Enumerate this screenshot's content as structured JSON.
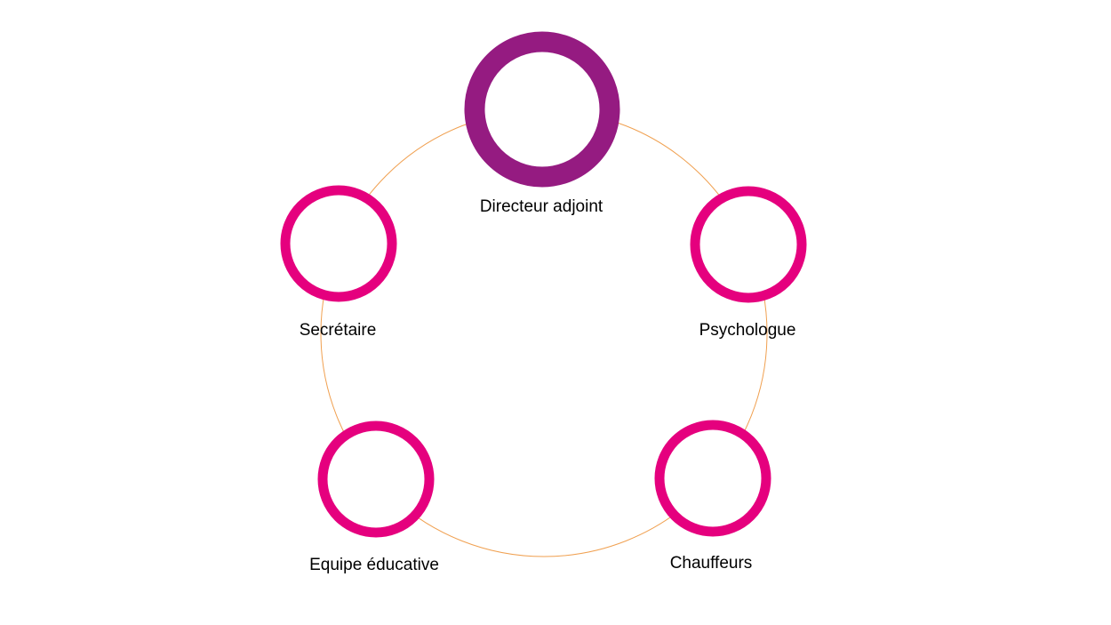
{
  "diagram": {
    "colors": {
      "background": "#ffffff",
      "connector": "#f0a050",
      "primary_ring": "#951b81",
      "secondary_ring": "#e5007e",
      "label": "#000000"
    },
    "nodes": [
      {
        "id": "directeur-adjoint",
        "label": "Directeur adjoint",
        "role": "primary"
      },
      {
        "id": "psychologue",
        "label": "Psychologue",
        "role": "secondary"
      },
      {
        "id": "chauffeurs",
        "label": "Chauffeurs",
        "role": "secondary"
      },
      {
        "id": "equipe-educative",
        "label": "Equipe éducative",
        "role": "secondary"
      },
      {
        "id": "secretaire",
        "label": "Secrétaire",
        "role": "secondary"
      }
    ]
  }
}
